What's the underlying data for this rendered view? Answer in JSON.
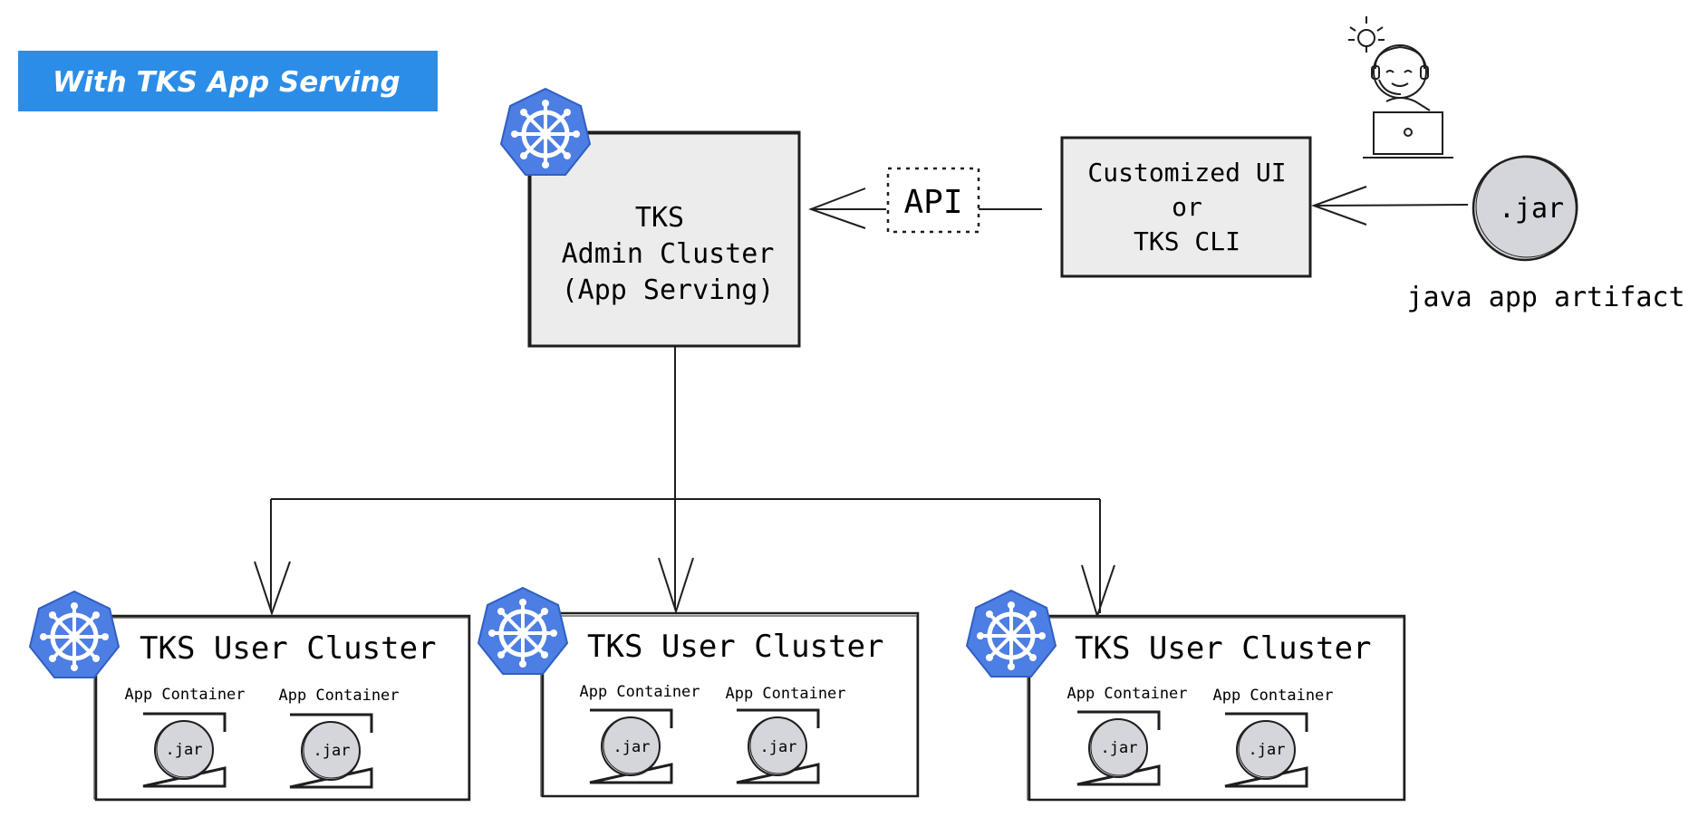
{
  "banner": {
    "text": "With TKS App Serving",
    "color": "#2b8de8"
  },
  "admin_cluster": {
    "lines": [
      "TKS",
      "Admin Cluster",
      "(App Serving)"
    ],
    "fill": "#ececec"
  },
  "api_label": "API",
  "client": {
    "lines": [
      "Customized UI",
      "or",
      "TKS CLI"
    ],
    "fill": "#ececec"
  },
  "artifact": {
    "jar_label": ".jar",
    "caption": "java app artifact",
    "fill": "#d4d6db"
  },
  "user_clusters": [
    {
      "title": "TKS User Cluster",
      "containers": [
        {
          "label": "App Container",
          "jar_label": ".jar"
        },
        {
          "label": "App Container",
          "jar_label": ".jar"
        }
      ]
    },
    {
      "title": "TKS User Cluster",
      "containers": [
        {
          "label": "App Container",
          "jar_label": ".jar"
        },
        {
          "label": "App Container",
          "jar_label": ".jar"
        }
      ]
    },
    {
      "title": "TKS User Cluster",
      "containers": [
        {
          "label": "App Container",
          "jar_label": ".jar"
        },
        {
          "label": "App Container",
          "jar_label": ".jar"
        }
      ]
    }
  ],
  "icons": {
    "kubernetes": "kubernetes-logo-icon",
    "developer": "developer-at-laptop-icon",
    "idea": "lightbulb-icon"
  },
  "colors": {
    "kubernetes": "#4d7ee3",
    "stroke": "#1e1e1e"
  }
}
